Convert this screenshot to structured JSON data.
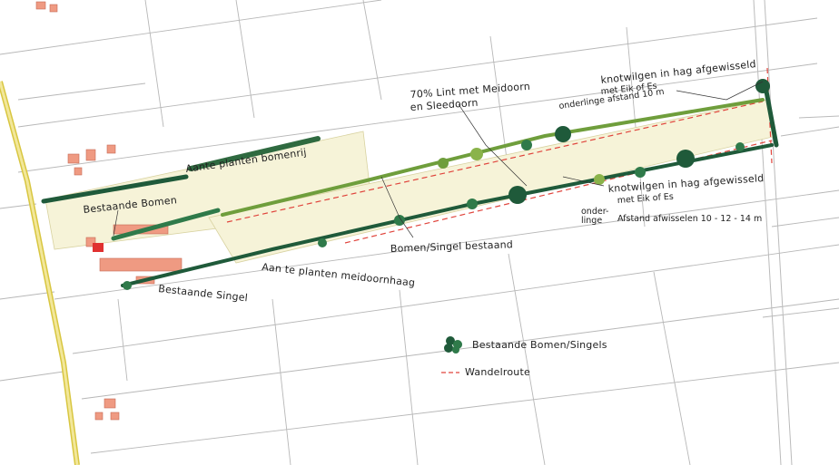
{
  "labels": {
    "bomenrij": "Aante planten bomenrij",
    "lint_line1": "70% Lint met Meidoorn",
    "lint_line2": "en Sleedoorn",
    "knot_top_line1": "knotwilgen in hag afgewisseld",
    "knot_top_line2": "met Eik of Es",
    "onderlinge": "onderlinge afstand 10 m",
    "knot_mid_line1": "knotwilgen in hag afgewisseld",
    "knot_mid_line2": "met Eik of Es",
    "onderlinge2_line1": "onder-",
    "onderlinge2_line2": "linge",
    "afstand": "Afstand afwisselen 10 - 12 - 14 m",
    "bestaande_bomen": "Bestaande Bomen",
    "bomen_singel_bestaand": "Bomen/Singel bestaand",
    "meidoornhaag": "Aan te planten meidoornhaag",
    "bestaande_singel": "Bestaande Singel"
  },
  "legend": {
    "existing": "Bestaande Bomen/Singels",
    "route": "Wandelroute"
  },
  "colors": {
    "tree_dark": "#1f5a3a",
    "tree_mid": "#2f7a4a",
    "tree_light": "#8ab34a",
    "route": "#e0443c",
    "field": "#f6f3d8",
    "building": "#ef9a82",
    "road": "#e8d86a"
  }
}
